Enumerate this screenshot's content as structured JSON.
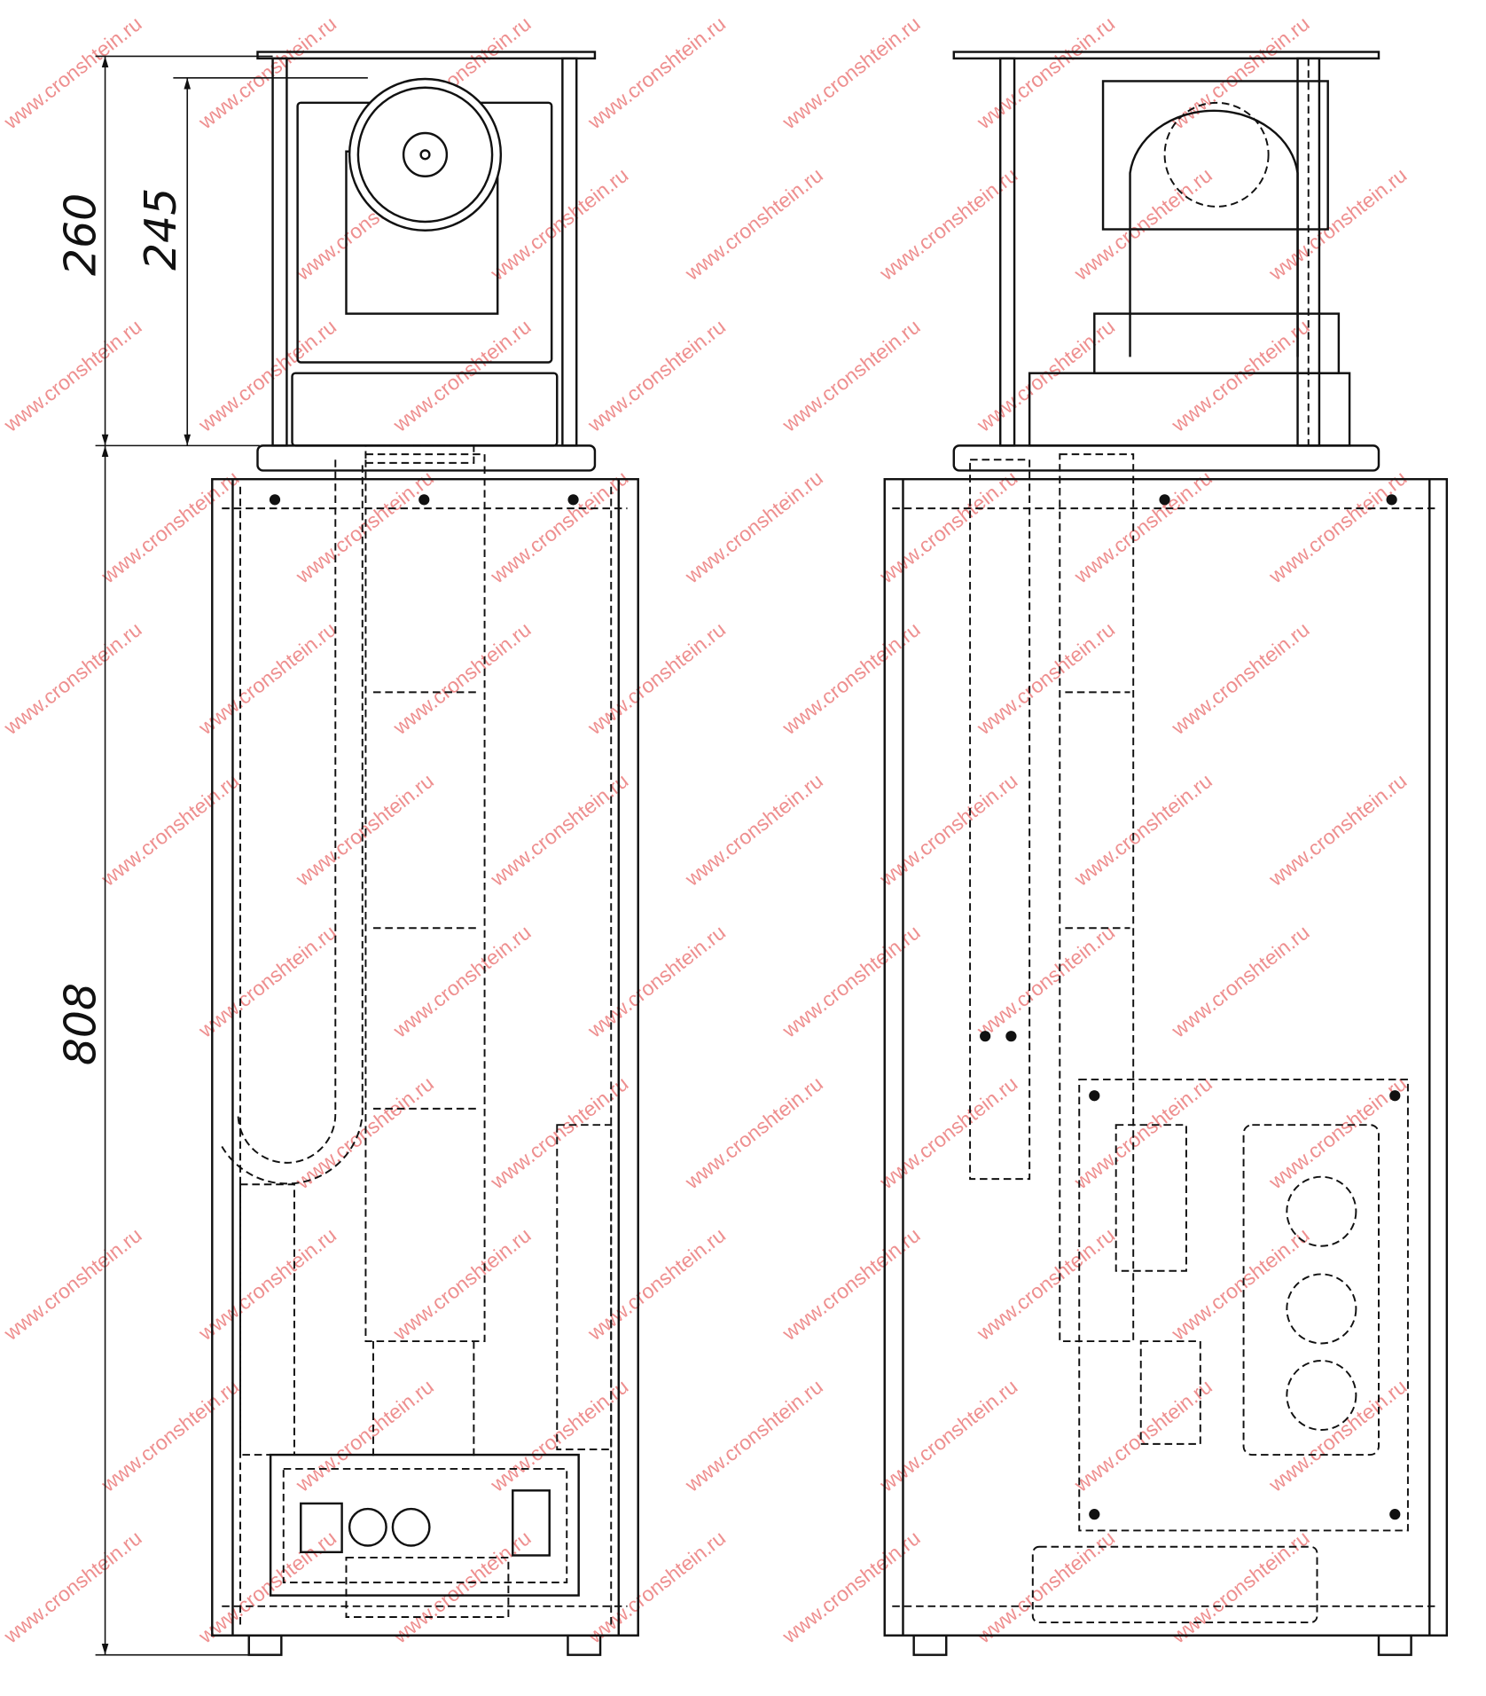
{
  "dimensions": {
    "overall_top": "260",
    "camera_height": "245",
    "cabinet_height": "808"
  },
  "watermark": "www.cronshtein.ru",
  "colors": {
    "line": "#111111",
    "watermark": "#e96a6a"
  }
}
